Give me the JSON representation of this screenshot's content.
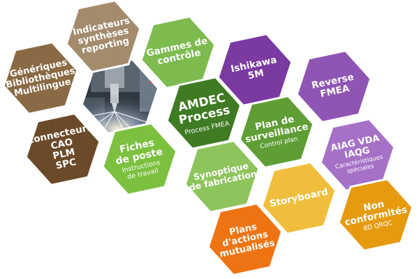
{
  "colors": {
    "brown_light": "#a38b6c",
    "brown_mid": "#8a6a44",
    "brown_dark": "#6b4a2a",
    "green_light": "#7dbb4f",
    "green_dark": "#3f7b23",
    "green_mid": "#5e9e35",
    "green_bright": "#7cc03f",
    "green_soft": "#8ec45c",
    "purple_dark": "#7a3aa1",
    "purple_mid": "#8f55b4",
    "purple_light": "#a571c6",
    "orange_dark": "#ee7413",
    "orange_mid": "#e69a10",
    "yellow": "#f0be3c",
    "image_bg": "#39434e"
  },
  "hexagons": [
    {
      "id": "indicateurs",
      "color": "brown_light",
      "lines": [
        "Indicateurs",
        "synthèses",
        "reporting"
      ],
      "sub": []
    },
    {
      "id": "generiques",
      "color": "brown_mid",
      "lines": [
        "Génériques",
        "Bibliothèques",
        "Multilingue"
      ],
      "sub": []
    },
    {
      "id": "connecteurs",
      "color": "brown_dark",
      "lines": [
        "Connecteurs",
        "CAO",
        "PLM",
        "SPC"
      ],
      "sub": []
    },
    {
      "id": "gammes",
      "color": "green_light",
      "lines": [
        "Gammes de",
        "contrôle"
      ],
      "sub": []
    },
    {
      "id": "amdec",
      "color": "green_dark",
      "lines": [
        "AMDEC",
        "Process"
      ],
      "sub": [
        "Process FMEA"
      ]
    },
    {
      "id": "fiches",
      "color": "green_bright",
      "lines": [
        "Fiches",
        "de poste"
      ],
      "sub": [
        "Instructions",
        "de travail"
      ]
    },
    {
      "id": "plan",
      "color": "green_mid",
      "lines": [
        "Plan de",
        "surveillance"
      ],
      "sub": [
        "Control plan"
      ]
    },
    {
      "id": "synoptique",
      "color": "green_soft",
      "lines": [
        "Synoptique",
        "de fabrication"
      ],
      "sub": []
    },
    {
      "id": "ishikawa",
      "color": "purple_dark",
      "lines": [
        "Ishikawa",
        "5M"
      ],
      "sub": []
    },
    {
      "id": "reverse",
      "color": "purple_mid",
      "lines": [
        "Reverse",
        "FMEA"
      ],
      "sub": []
    },
    {
      "id": "aiag",
      "color": "purple_light",
      "lines": [
        "AIAG VDA",
        "IAQG"
      ],
      "sub": [
        "Caractéristiques",
        "spéciales"
      ]
    },
    {
      "id": "storyboard",
      "color": "yellow",
      "lines": [
        "Storyboard"
      ],
      "sub": []
    },
    {
      "id": "nonconf",
      "color": "orange_mid",
      "lines": [
        "Non",
        "conformités"
      ],
      "sub": [
        "8D QRQC"
      ]
    },
    {
      "id": "plans_actions",
      "color": "orange_dark",
      "lines": [
        "Plans",
        "d'actions",
        "mutualisés"
      ],
      "sub": []
    }
  ]
}
